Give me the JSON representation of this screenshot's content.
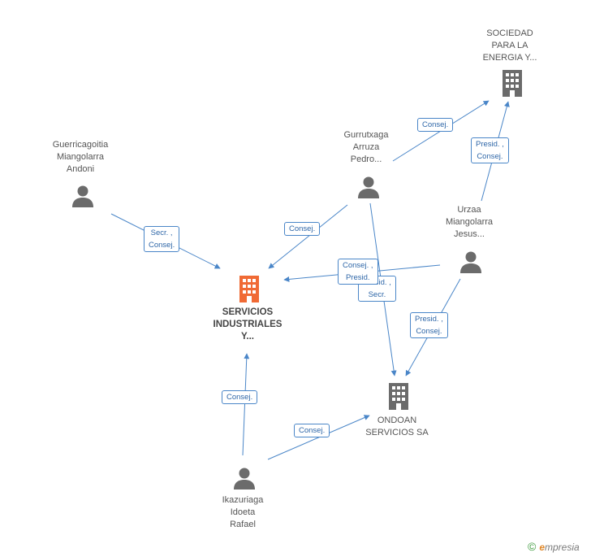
{
  "nodes": {
    "sociedad": {
      "label": [
        "SOCIEDAD",
        "PARA LA",
        "ENERGIA Y..."
      ],
      "type": "company"
    },
    "servicios": {
      "label": [
        "SERVICIOS",
        "INDUSTRIALES",
        "Y..."
      ],
      "type": "company-focus"
    },
    "ondoan": {
      "label": [
        "ONDOAN",
        "SERVICIOS SA"
      ],
      "type": "company"
    },
    "guerricagoitia": {
      "label": [
        "Guerricagoitia",
        "Miangolarra",
        "Andoni"
      ],
      "type": "person"
    },
    "gurrutxaga": {
      "label": [
        "Gurrutxaga",
        "Arruza",
        "Pedro..."
      ],
      "type": "person"
    },
    "urzaa": {
      "label": [
        "Urzaa",
        "Miangolarra",
        "Jesus..."
      ],
      "type": "person"
    },
    "ikazuriaga": {
      "label": [
        "Ikazuriaga",
        "Idoeta",
        "Rafael"
      ],
      "type": "person"
    }
  },
  "edges": {
    "e1": {
      "label": [
        "Secr. ,",
        "Consej."
      ]
    },
    "e2": {
      "label": [
        "Consej."
      ]
    },
    "e3": {
      "label": [
        "Consej."
      ]
    },
    "e4": {
      "label": [
        "Consej. ,",
        "Presid."
      ]
    },
    "e5": {
      "label": [
        "Presid. ,",
        "Consej."
      ]
    },
    "e6": {
      "label": [
        "Presid. ,",
        "Secr."
      ]
    },
    "e7": {
      "label": [
        "Presid. ,",
        "Consej."
      ]
    },
    "e8": {
      "label": [
        "Consej."
      ]
    },
    "e9": {
      "label": [
        "Consej."
      ]
    }
  },
  "brand": {
    "copyright": "©",
    "e": "e",
    "rest": "mpresia"
  },
  "colors": {
    "edge": "#4a86c8",
    "company": "#6b6b6b",
    "focus": "#f06a35",
    "person": "#6b6b6b"
  }
}
